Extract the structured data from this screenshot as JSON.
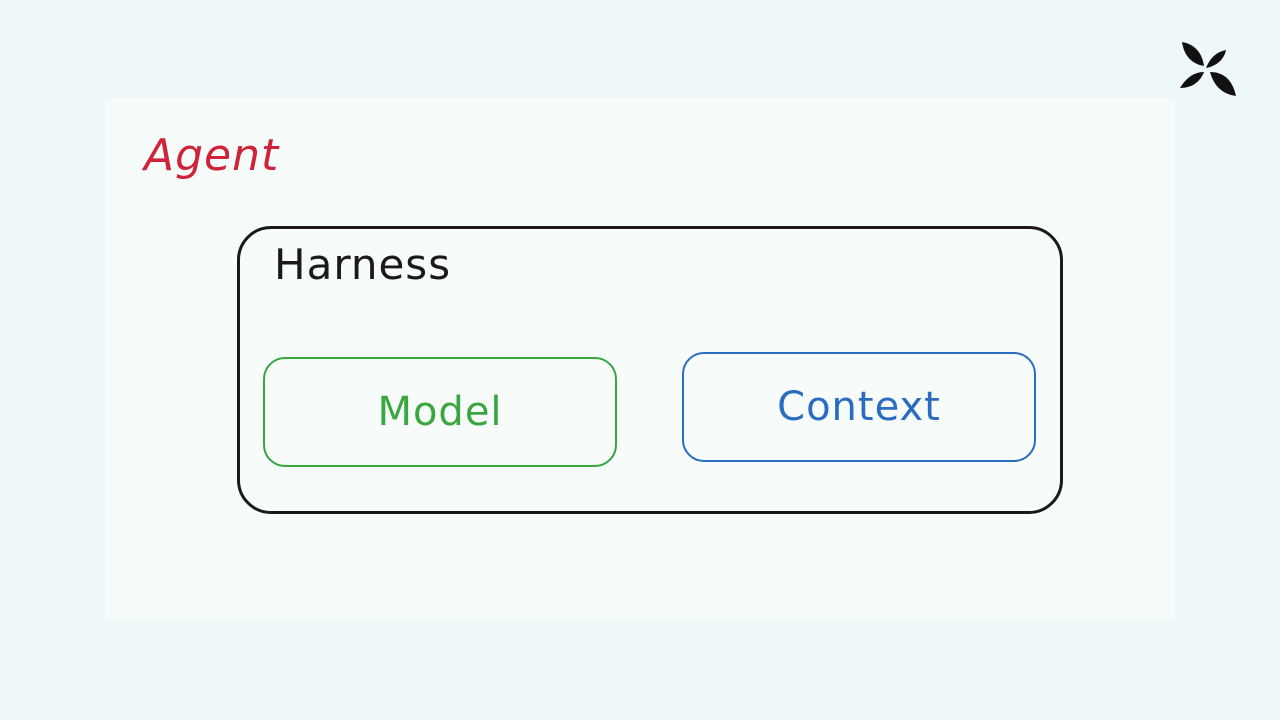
{
  "colors": {
    "page_background": "#eef7fa",
    "slide_background": "#f7fcfb",
    "agent": "#d0233a",
    "harness": "#1a1a1a",
    "model": "#3aa640",
    "context": "#2b6bc0",
    "logo": "#111111"
  },
  "logo": {
    "icon": "pinwheel-logo-icon"
  },
  "diagram": {
    "agent_label": "Agent",
    "harness_label": "Harness",
    "model_label": "Model",
    "context_label": "Context"
  }
}
